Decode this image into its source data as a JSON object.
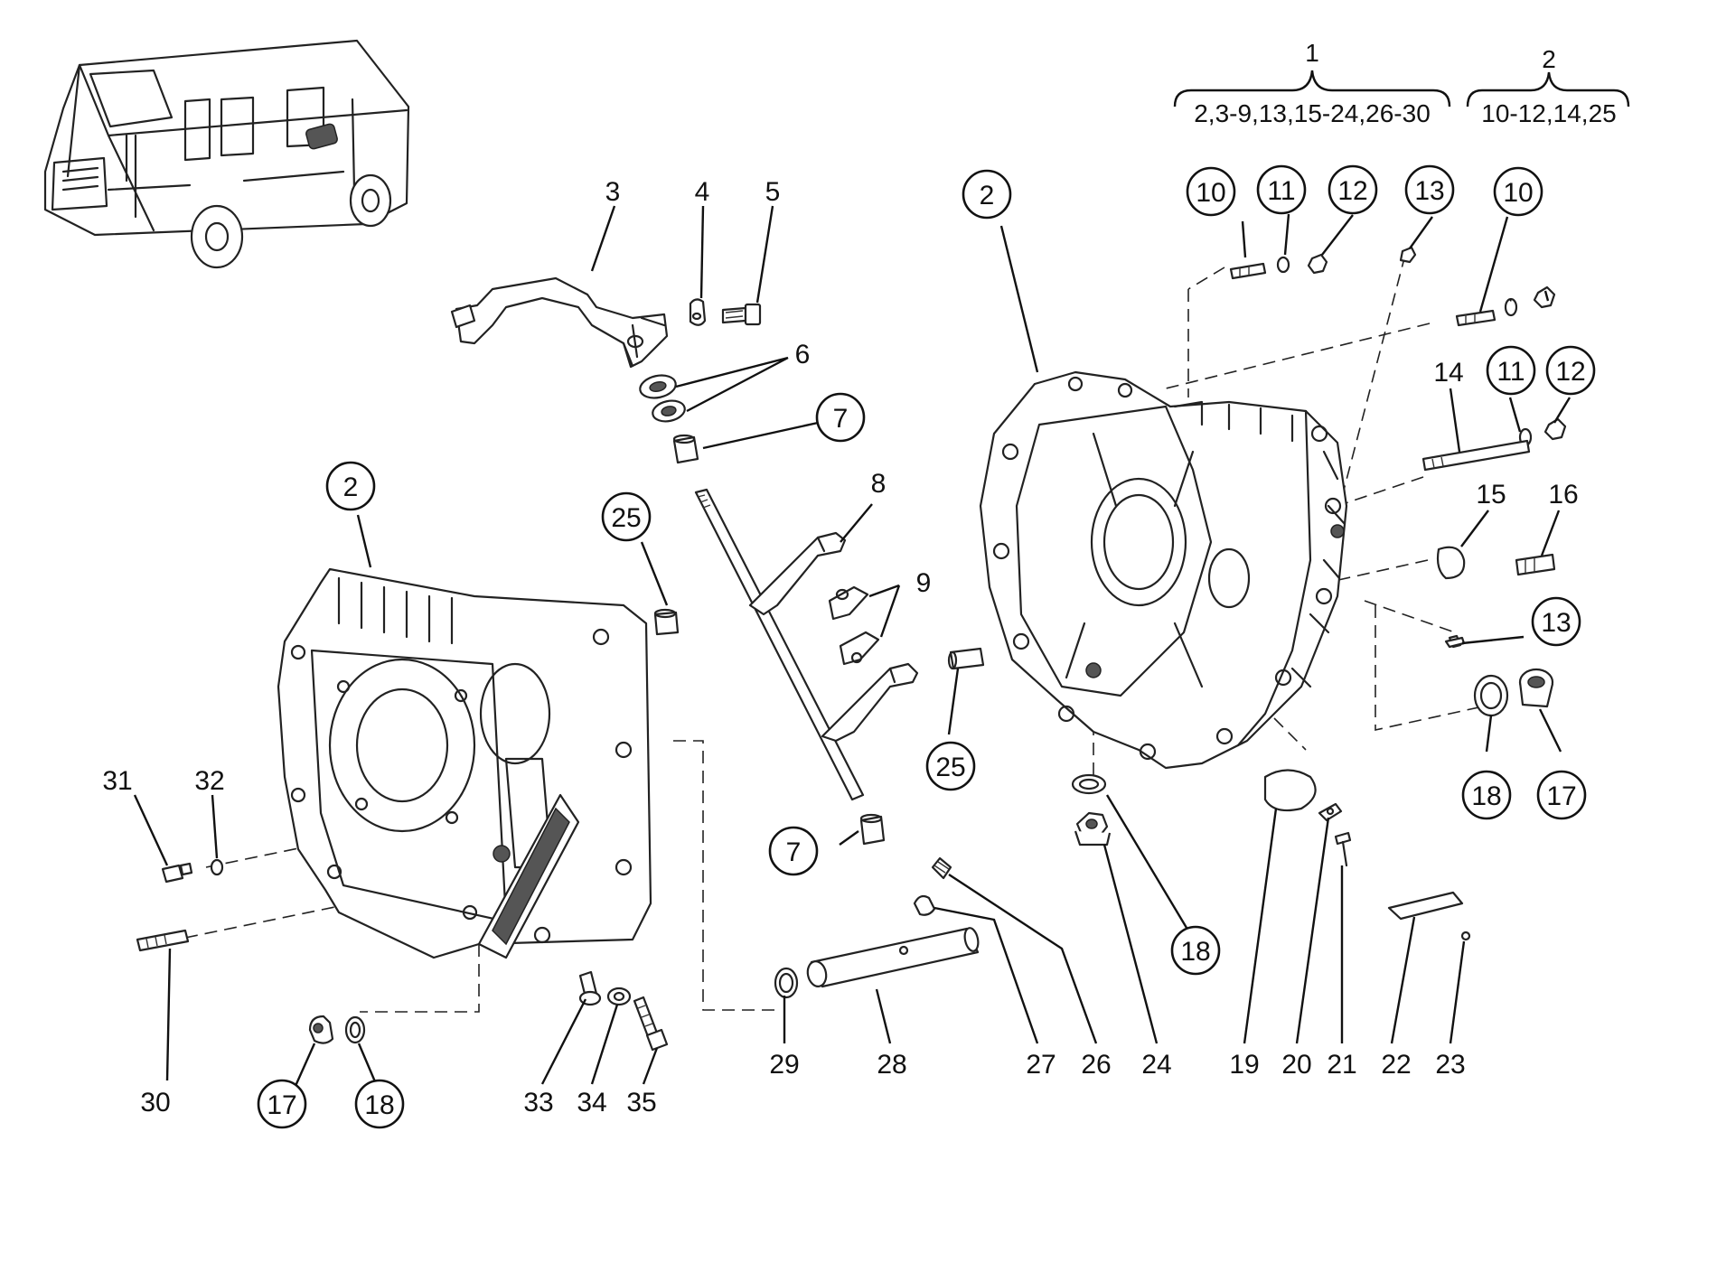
{
  "header": {
    "group1_label": "1",
    "group1_range": "2,3-9,13,15-24,26-30",
    "group2_label": "2",
    "group2_range": "10-12,14,25"
  },
  "callouts": [
    {
      "id": "c-3",
      "text": "3",
      "circled": false
    },
    {
      "id": "c-4",
      "text": "4",
      "circled": false
    },
    {
      "id": "c-5",
      "text": "5",
      "circled": false
    },
    {
      "id": "c-6",
      "text": "6",
      "circled": false
    },
    {
      "id": "c-7a",
      "text": "7",
      "circled": true
    },
    {
      "id": "c-8",
      "text": "8",
      "circled": false
    },
    {
      "id": "c-9",
      "text": "9",
      "circled": false
    },
    {
      "id": "c-2a",
      "text": "2",
      "circled": true
    },
    {
      "id": "c-25a",
      "text": "25",
      "circled": true
    },
    {
      "id": "c-25b",
      "text": "25",
      "circled": true
    },
    {
      "id": "c-2b",
      "text": "2",
      "circled": true
    },
    {
      "id": "c-10a",
      "text": "10",
      "circled": true
    },
    {
      "id": "c-11a",
      "text": "11",
      "circled": true
    },
    {
      "id": "c-12a",
      "text": "12",
      "circled": true
    },
    {
      "id": "c-13a",
      "text": "13",
      "circled": true
    },
    {
      "id": "c-10b",
      "text": "10",
      "circled": true
    },
    {
      "id": "c-11b",
      "text": "11",
      "circled": true
    },
    {
      "id": "c-12b",
      "text": "12",
      "circled": true
    },
    {
      "id": "c-14",
      "text": "14",
      "circled": false
    },
    {
      "id": "c-15",
      "text": "15",
      "circled": false
    },
    {
      "id": "c-16",
      "text": "16",
      "circled": false
    },
    {
      "id": "c-13b",
      "text": "13",
      "circled": true
    },
    {
      "id": "c-18a",
      "text": "18",
      "circled": true
    },
    {
      "id": "c-17a",
      "text": "17",
      "circled": true
    },
    {
      "id": "c-31",
      "text": "31",
      "circled": false
    },
    {
      "id": "c-32",
      "text": "32",
      "circled": false
    },
    {
      "id": "c-7b",
      "text": "7",
      "circled": true
    },
    {
      "id": "c-18b",
      "text": "18",
      "circled": true
    },
    {
      "id": "c-30",
      "text": "30",
      "circled": false
    },
    {
      "id": "c-17b",
      "text": "17",
      "circled": true
    },
    {
      "id": "c-18c",
      "text": "18",
      "circled": true
    },
    {
      "id": "c-33",
      "text": "33",
      "circled": false
    },
    {
      "id": "c-34",
      "text": "34",
      "circled": false
    },
    {
      "id": "c-35",
      "text": "35",
      "circled": false
    },
    {
      "id": "c-29",
      "text": "29",
      "circled": false
    },
    {
      "id": "c-28",
      "text": "28",
      "circled": false
    },
    {
      "id": "c-27",
      "text": "27",
      "circled": false
    },
    {
      "id": "c-26",
      "text": "26",
      "circled": false
    },
    {
      "id": "c-24",
      "text": "24",
      "circled": false
    },
    {
      "id": "c-19",
      "text": "19",
      "circled": false
    },
    {
      "id": "c-20",
      "text": "20",
      "circled": false
    },
    {
      "id": "c-21",
      "text": "21",
      "circled": false
    },
    {
      "id": "c-22",
      "text": "22",
      "circled": false
    },
    {
      "id": "c-23",
      "text": "23",
      "circled": false
    }
  ]
}
